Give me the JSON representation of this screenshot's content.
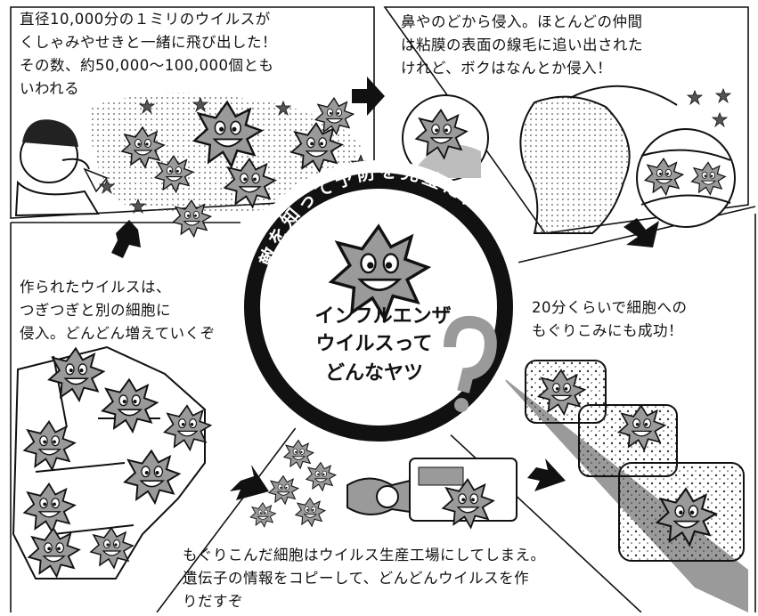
{
  "panels": {
    "top_left": [
      "直径10,000分の１ミリのウイルスが",
      "くしゃみやせきと一緒に飛び出した！",
      "その数、約50,000〜100,000個とも",
      "いわれる"
    ],
    "top_right": [
      "鼻やのどから侵入。ほとんどの仲間",
      "は粘膜の表面の線毛に追い出された",
      "けれど、ボクはなんとか侵入！"
    ],
    "right": [
      "20分くらいで細胞への",
      "もぐりこみにも成功！"
    ],
    "left": [
      "作られたウイルスは、",
      "つぎつぎと別の細胞に",
      "侵入。どんどん増えていくぞ"
    ],
    "bottom": [
      "もぐりこんだ細胞はウイルス生産工場にしてしまえ。",
      "遺伝子の情報をコピーして、どんどんウイルスを作",
      "りだすぞ"
    ]
  },
  "center": {
    "ring_text": "敵を知って予防を完璧に！",
    "title_lines": [
      "インフルエンザ",
      "ウイルスって",
      "どんなヤツ"
    ],
    "question_mark": "?"
  },
  "colors": {
    "ink": "#111111",
    "paper": "#ffffff",
    "tone": "#9a9a9a",
    "light_tone": "#d0d0d0"
  },
  "icons": [
    "virus-mascot-icon",
    "sneezing-person-icon",
    "throat-cross-section-icon",
    "cell-block-icon",
    "virus-factory-machine-icon",
    "arrow-icon"
  ]
}
